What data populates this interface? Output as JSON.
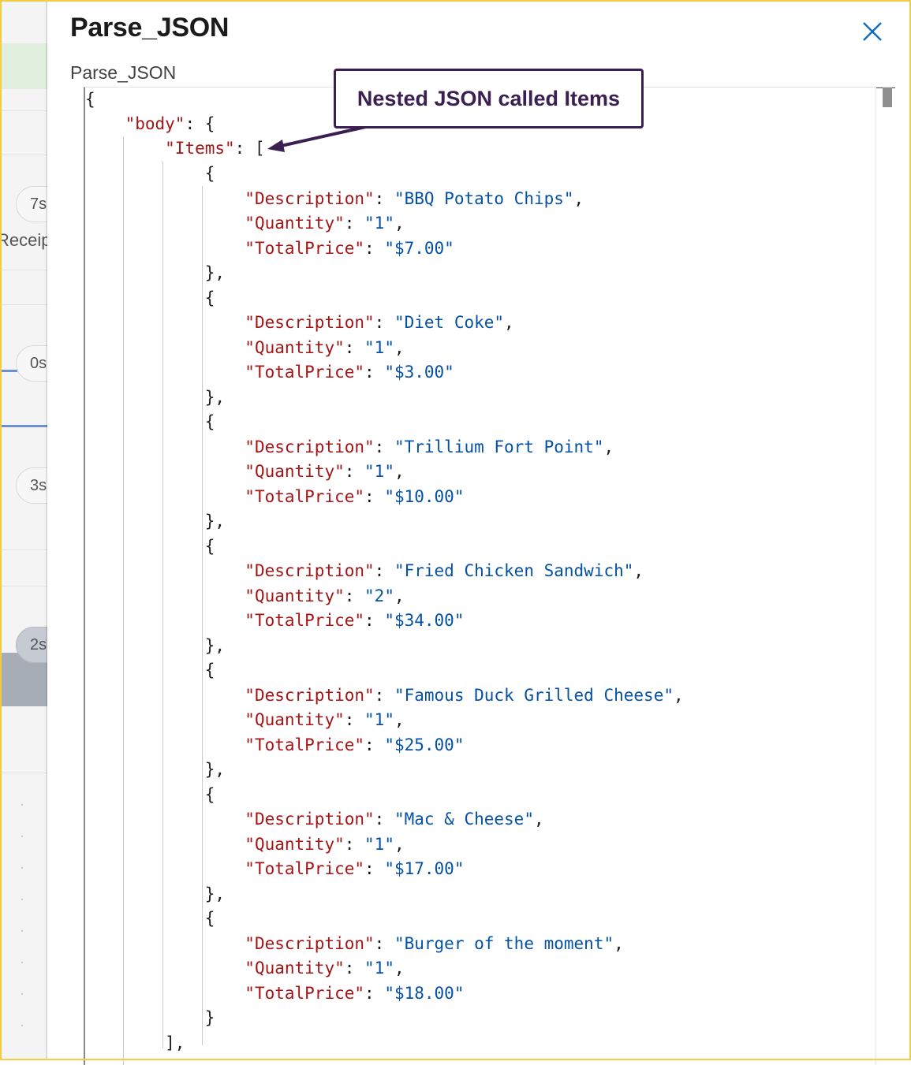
{
  "panel": {
    "title": "Parse_JSON",
    "subtitle": "Parse_JSON"
  },
  "background": {
    "pills": [
      "7s",
      "0s",
      "3s",
      "2s"
    ],
    "fragment": "Receip"
  },
  "annotation": {
    "text": "Nested JSON called Items"
  },
  "json": {
    "open_brace": "{",
    "body_key": "\"body\"",
    "items_key": "\"Items\"",
    "items": [
      {
        "description": "\"BBQ Potato Chips\"",
        "quantity": "\"1\"",
        "total": "\"$7.00\""
      },
      {
        "description": "\"Diet Coke\"",
        "quantity": "\"1\"",
        "total": "\"$3.00\""
      },
      {
        "description": "\"Trillium Fort Point\"",
        "quantity": "\"1\"",
        "total": "\"$10.00\""
      },
      {
        "description": "\"Fried Chicken Sandwich\"",
        "quantity": "\"2\"",
        "total": "\"$34.00\""
      },
      {
        "description": "\"Famous Duck Grilled Cheese\"",
        "quantity": "\"1\"",
        "total": "\"$25.00\""
      },
      {
        "description": "\"Mac & Cheese\"",
        "quantity": "\"1\"",
        "total": "\"$17.00\""
      },
      {
        "description": "\"Burger of the moment\"",
        "quantity": "\"1\"",
        "total": "\"$18.00\""
      }
    ],
    "keys": {
      "description": "\"Description\"",
      "quantity": "\"Quantity\"",
      "total": "\"TotalPrice\""
    },
    "close_array": "],"
  },
  "colors": {
    "key": "#a31515",
    "string": "#0451a5",
    "accent": "#0f6cbd",
    "annotation": "#3b1f52"
  }
}
